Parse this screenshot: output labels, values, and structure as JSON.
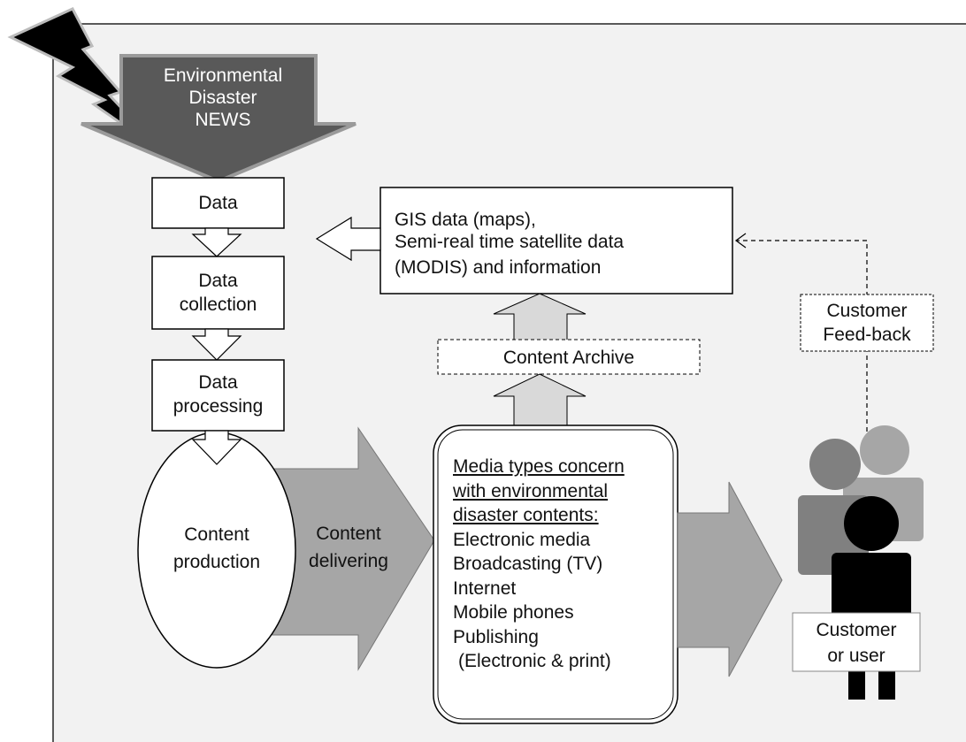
{
  "news_arrow": {
    "line1": "Environmental",
    "line2": "Disaster",
    "line3": "NEWS"
  },
  "flow": {
    "data": "Data",
    "collection": {
      "line1": "Data",
      "line2": "collection"
    },
    "processing": {
      "line1": "Data",
      "line2": "processing"
    },
    "production": {
      "line1": "Content",
      "line2": "production"
    },
    "delivering": {
      "line1": "Content",
      "line2": "delivering"
    }
  },
  "gis_box": {
    "line1": "GIS data (maps),",
    "line2": "Semi-real time satellite data",
    "line3": "(MODIS) and information"
  },
  "archive": "Content Archive",
  "feedback": {
    "line1": "Customer",
    "line2": "Feed-back"
  },
  "media": {
    "heading": [
      "Media types concern",
      "with environmental",
      "disaster contents:"
    ],
    "items": [
      "Electronic media",
      "Broadcasting (TV)",
      "Internet",
      "Mobile phones",
      "Publishing",
      "(Electronic & print)"
    ]
  },
  "customer": {
    "line1": "Customer",
    "line2": "or user"
  },
  "colors": {
    "panel": "#f2f2f2",
    "news_arrow": "#595959",
    "delivery_arrow": "#a6a6a6",
    "archive_arrow": "#d9d9d9",
    "person_back": "#a6a6a6",
    "person_mid": "#808080",
    "person_front": "#000000"
  }
}
